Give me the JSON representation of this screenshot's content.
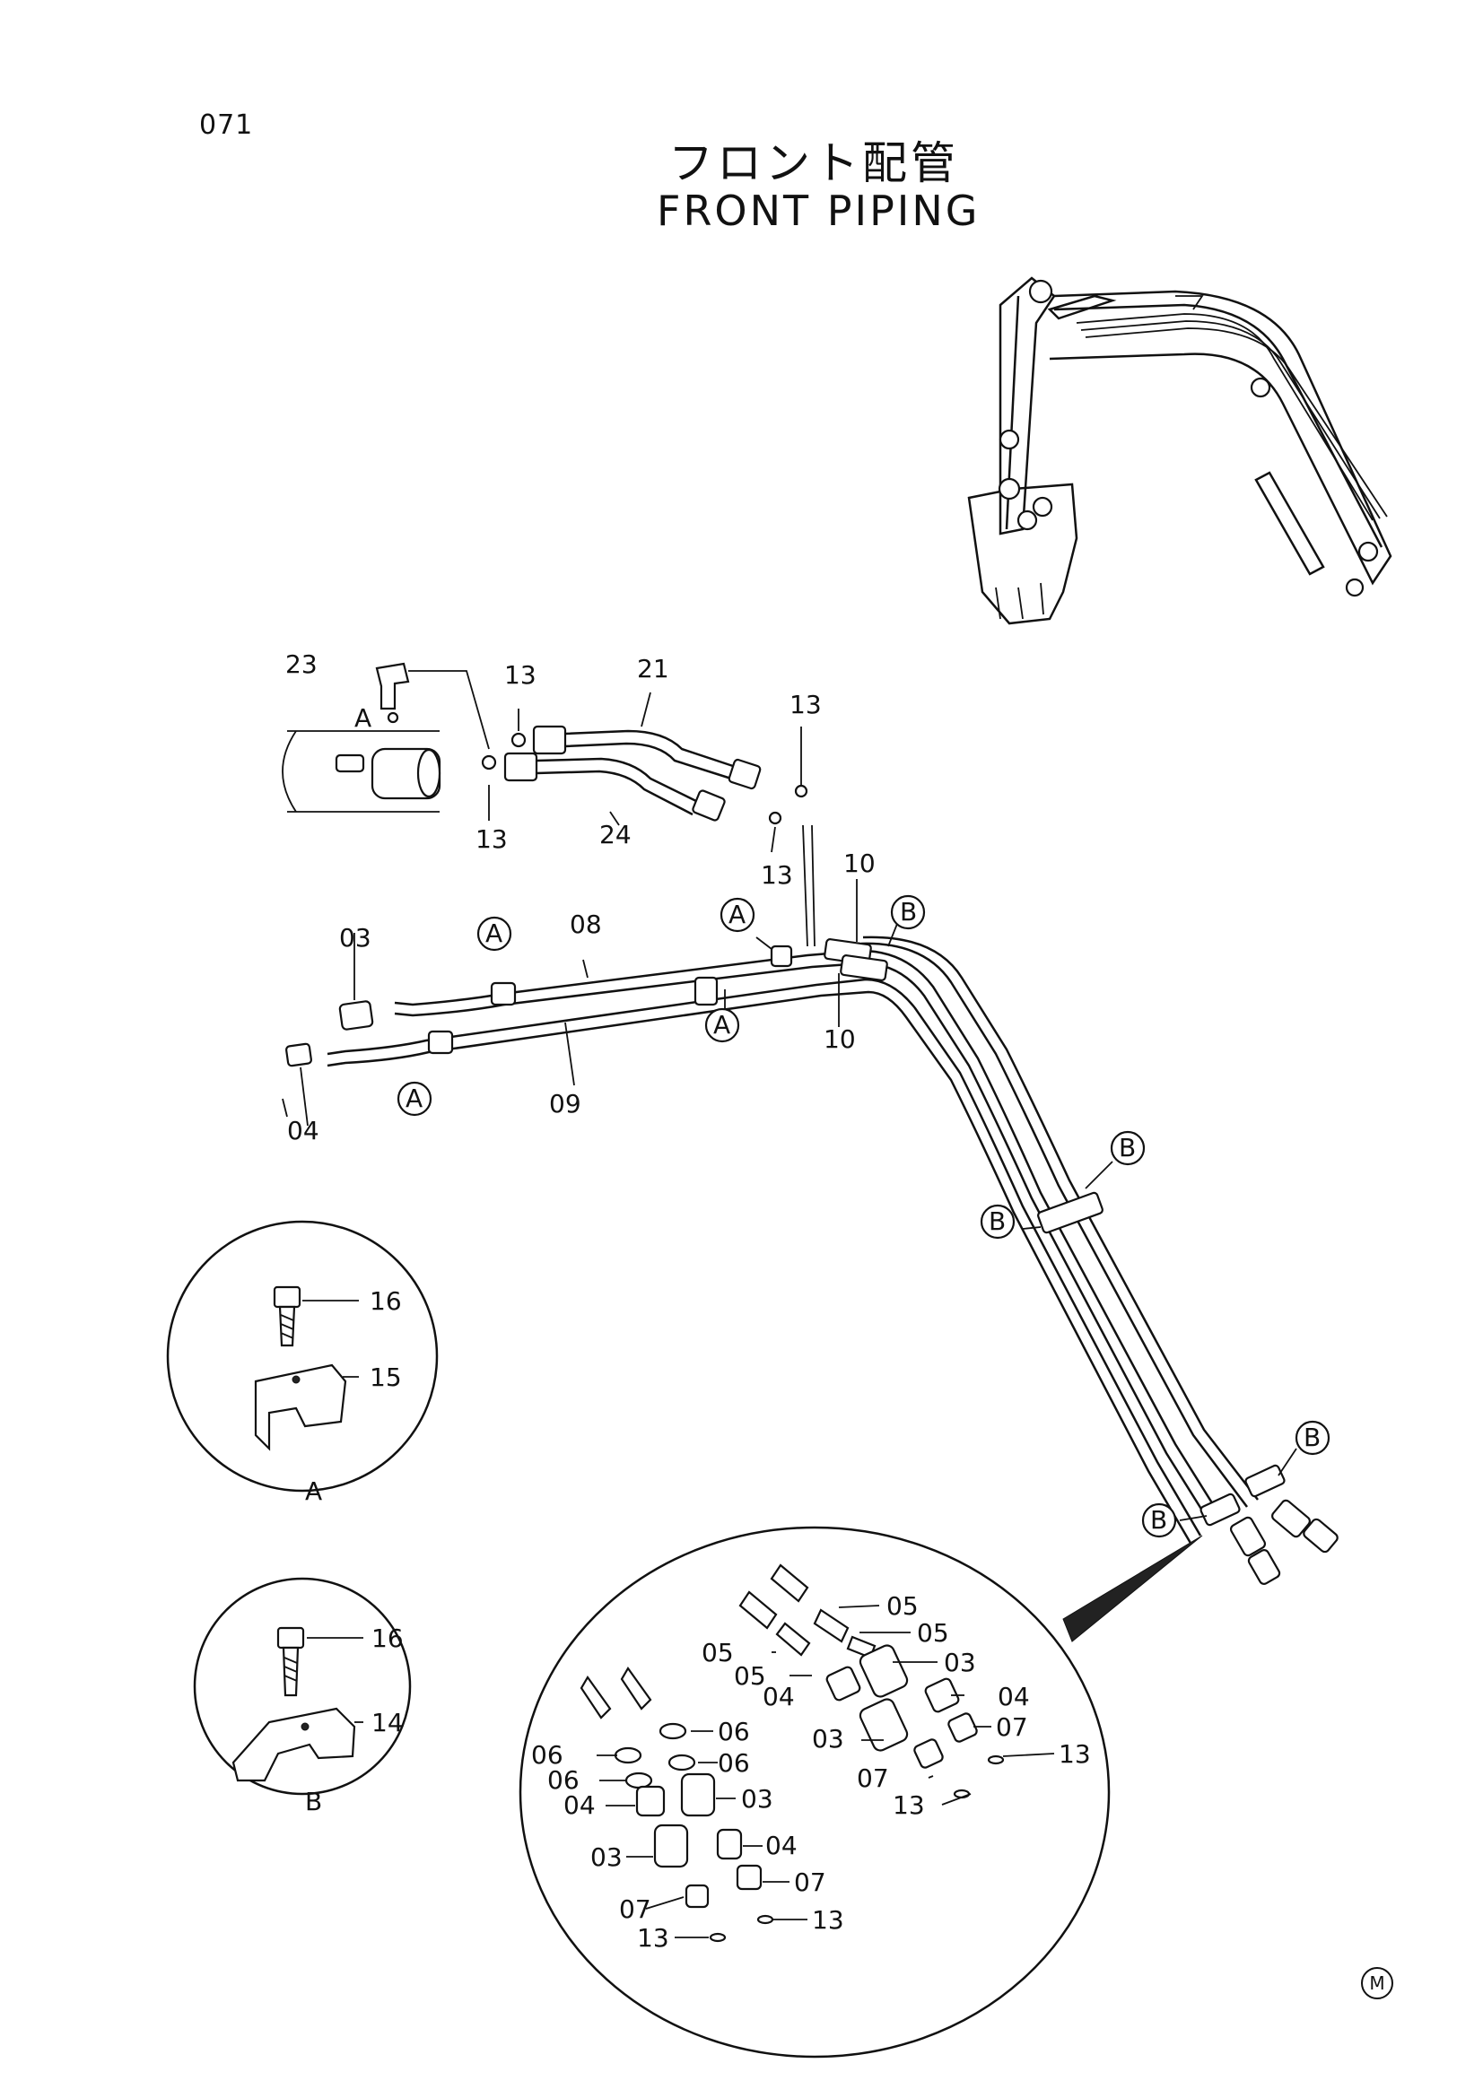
{
  "page": {
    "number": "071",
    "title_jp": "フロント配管",
    "title_en": "FRONT PIPING",
    "mark": "M"
  },
  "callouts": {
    "main": [
      "23",
      "A",
      "13",
      "13",
      "21",
      "13",
      "24",
      "13",
      "10",
      "B",
      "A",
      "A",
      "08",
      "03",
      "04",
      "09",
      "A",
      "A",
      "10",
      "B",
      "B",
      "B",
      "B"
    ],
    "detail_a": [
      "16",
      "15",
      "A"
    ],
    "detail_b": [
      "16",
      "14",
      "B"
    ],
    "fittings": [
      "05",
      "05",
      "05",
      "05",
      "03",
      "04",
      "04",
      "07",
      "03",
      "06",
      "06",
      "06",
      "13",
      "06",
      "07",
      "04",
      "03",
      "13",
      "03",
      "04",
      "07",
      "07",
      "13",
      "13"
    ]
  }
}
